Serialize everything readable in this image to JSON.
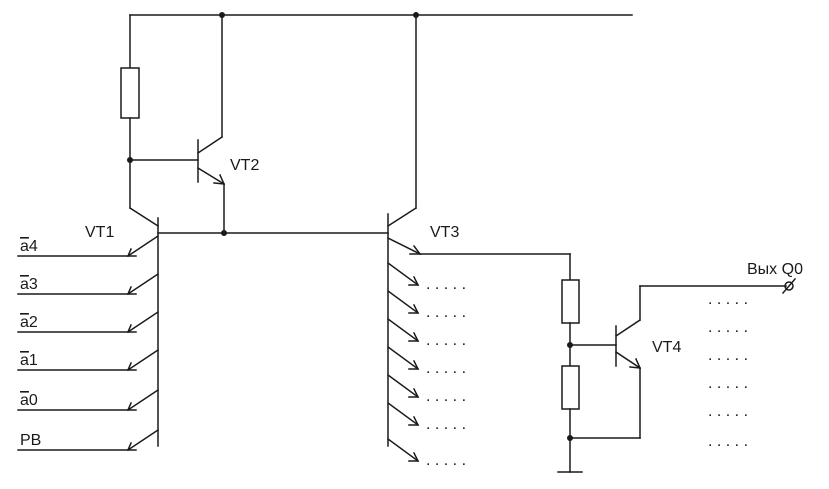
{
  "labels": {
    "vt1": "VT1",
    "vt2": "VT2",
    "vt3": "VT3",
    "vt4": "VT4",
    "output": "Вых Q0"
  },
  "inputs": [
    {
      "prefix": "a",
      "suffix": "4",
      "overline": true
    },
    {
      "prefix": "a",
      "suffix": "3",
      "overline": true
    },
    {
      "prefix": "a",
      "suffix": "2",
      "overline": true
    },
    {
      "prefix": "a",
      "suffix": "1",
      "overline": true
    },
    {
      "prefix": "a",
      "suffix": "0",
      "overline": true
    },
    {
      "prefix": "PB",
      "suffix": "",
      "overline": false
    }
  ],
  "continuation_marker": ". . . . .",
  "output_terminal_symbol": "ø"
}
